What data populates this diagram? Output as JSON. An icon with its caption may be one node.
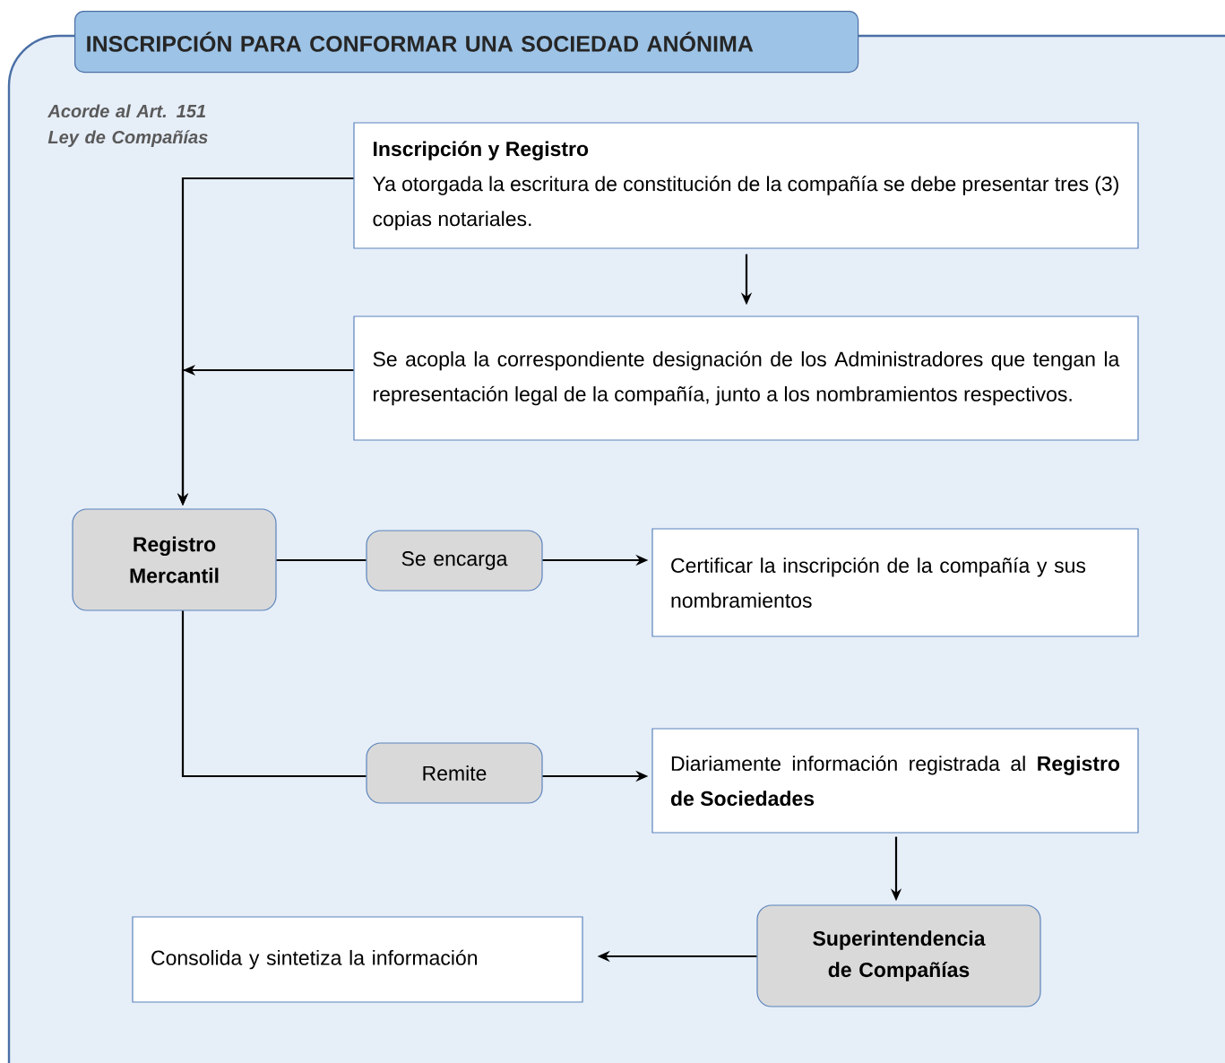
{
  "diagram": {
    "title": "INSCRIPCIÓN PARA CONFORMAR UNA SOCIEDAD ANÓNIMA",
    "nodes": [
      {
        "text": [
          "Inscripción y Registro",
          "Ya otorgada la escritura de constitución de la compañía se debe presentar tres (3) copias notariales."
        ]
      },
      {
        "text": [
          "Se acopla la correspondiente designación de los Administradores que tengan la representación legal de la compañía, junto a los nombramientos respectivos."
        ]
      },
      {
        "text": [
          "Registro Mercantil"
        ]
      },
      {
        "text": [
          "Se encarga"
        ]
      },
      {
        "text": [
          "Certificar la inscripción de la compañía y sus nombramientos"
        ]
      },
      {
        "text": [
          "Remite"
        ]
      },
      {
        "text": [
          "Diariamente información registrada al **Registro de Sociedades**"
        ]
      },
      {
        "text": [
          "Superintendencia de Compañías"
        ]
      },
      {
        "text": [
          "Consolida y sintetiza la información"
        ]
      }
    ],
    "edges": [
      {
        "from": 0,
        "to": 1,
        "arrow": "to"
      },
      {
        "from": 0,
        "to": 2,
        "arrow": "to"
      },
      {
        "from": 1,
        "to": 2,
        "arrow": "to"
      },
      {
        "from": 2,
        "to": 3,
        "arrow": "none"
      },
      {
        "from": 3,
        "to": 4,
        "arrow": "to"
      },
      {
        "from": 2,
        "to": 5,
        "arrow": "none"
      },
      {
        "from": 5,
        "to": 6,
        "arrow": "to"
      },
      {
        "from": 6,
        "to": 7,
        "arrow": "to"
      },
      {
        "from": 7,
        "to": 8,
        "arrow": "to"
      }
    ],
    "labels": [
      "Acorde al Art. 151 Ley de Compañías"
    ]
  }
}
